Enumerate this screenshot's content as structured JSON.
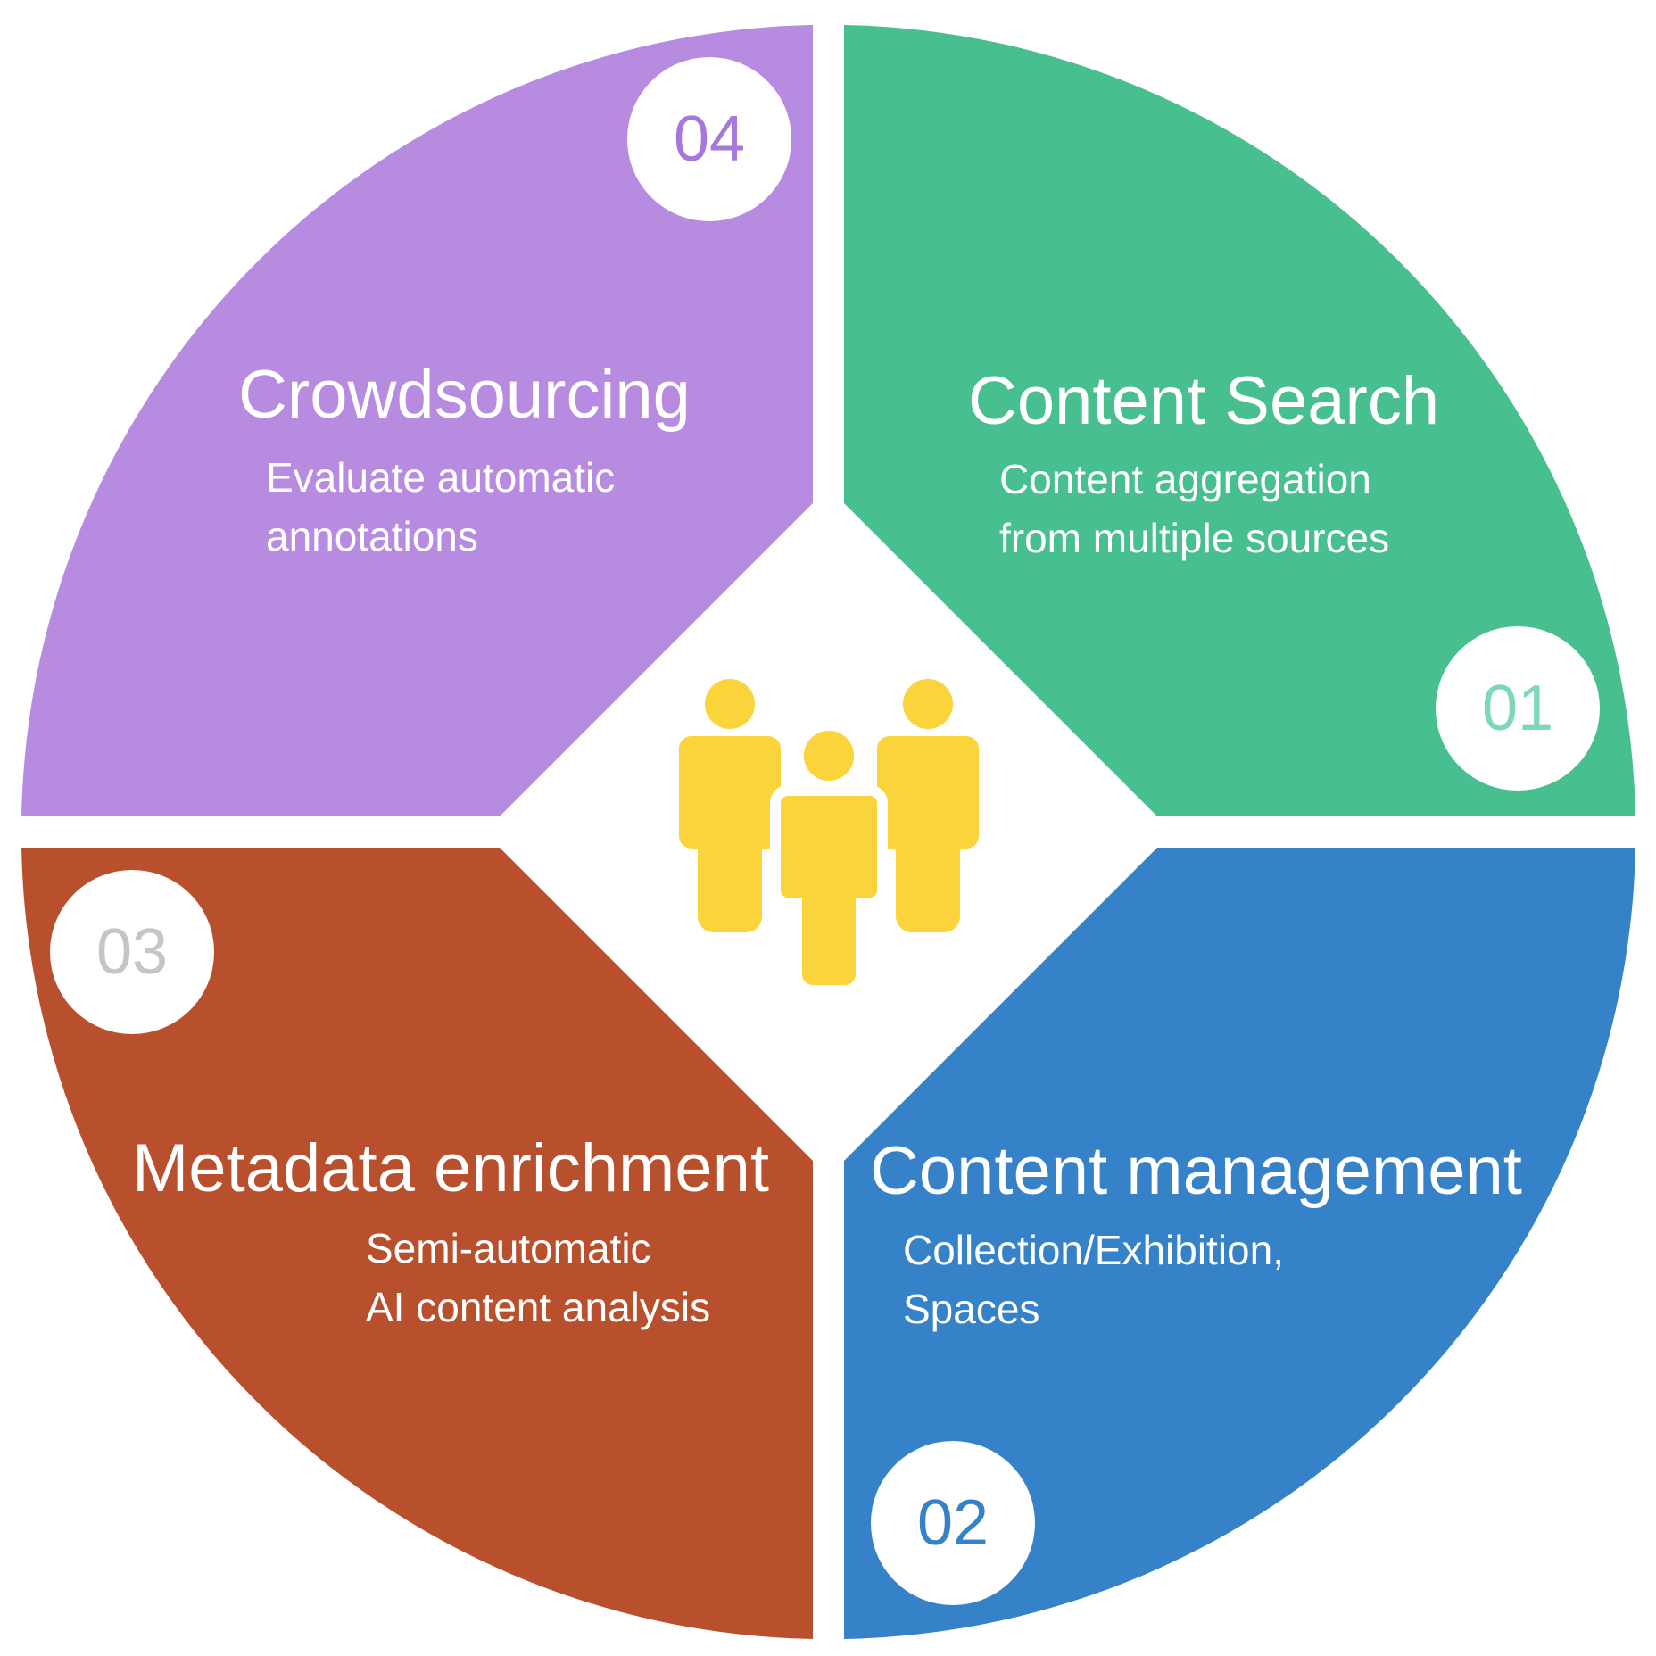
{
  "colors": {
    "content_search": "#47bf8f",
    "content_management": "#3682c8",
    "metadata_enrichment": "#b8502d",
    "crowdsourcing": "#b78be0",
    "people": "#fbd43b",
    "badge_text_01": "#7fd8b4",
    "badge_text_02": "#3682c8",
    "badge_text_03": "#c5c5c5",
    "badge_text_04": "#a678dc"
  },
  "center_icon": "people-group-icon",
  "quadrants": {
    "content_search": {
      "number": "01",
      "title": "Content Search",
      "description": [
        "Content aggregation",
        "from multiple sources"
      ]
    },
    "content_management": {
      "number": "02",
      "title": "Content management",
      "description": [
        "Collection/Exhibition,",
        "Spaces"
      ]
    },
    "metadata_enrichment": {
      "number": "03",
      "title": "Metadata enrichment",
      "description": [
        "Semi-automatic",
        "AI content analysis"
      ]
    },
    "crowdsourcing": {
      "number": "04",
      "title": "Crowdsourcing",
      "description": [
        "Evaluate automatic",
        "annotations"
      ]
    }
  }
}
